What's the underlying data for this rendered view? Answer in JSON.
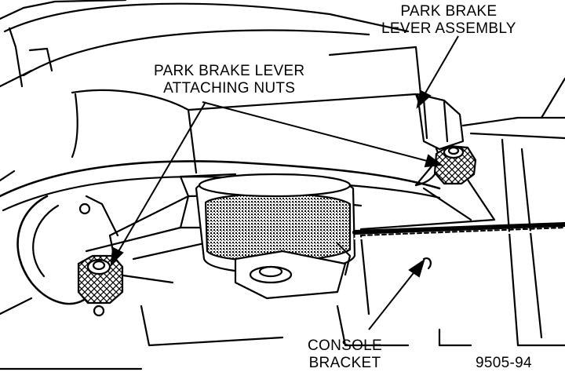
{
  "labels": {
    "lever_assembly": {
      "line1": "PARK BRAKE",
      "line2": "LEVER ASSEMBLY"
    },
    "attaching_nuts": {
      "line1": "PARK BRAKE LEVER",
      "line2": "ATTACHING NUTS"
    },
    "console_bracket": {
      "line1": "CONSOLE",
      "line2": "BRACKET"
    },
    "figure_number": "9505-94"
  },
  "colors": {
    "ink": "#000000",
    "paper": "#ffffff",
    "shade": "#555555"
  }
}
